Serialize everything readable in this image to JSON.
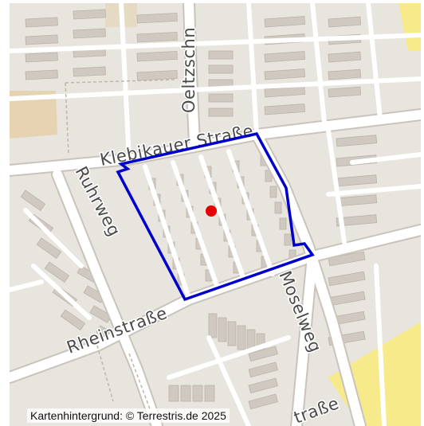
{
  "map": {
    "colors": {
      "background": "#e8e4de",
      "road": "#ffffff",
      "road_casing": "#c9c4bb",
      "building": "#cfc9c1",
      "building_edge": "#b9b2a8",
      "sand": "#e6d3b2",
      "yellow_area": "#f7ea8a",
      "boundary": "#0000cc",
      "marker": "#e60000",
      "label": "#4a4a4a"
    },
    "street_labels": {
      "oeltzschner": "Oeltzschn",
      "klebikauer": "Klebikauer Straße",
      "ruhrweg": "Ruhrweg",
      "rheinstrasse": "Rheinstraße",
      "moselweg": "Moselweg",
      "strasse_bottom": "traße"
    },
    "attribution": "Kartenhintergrund: © Terrestris.de 2025",
    "marker_icon": "location-dot-icon",
    "boundary_icon": "area-outline"
  }
}
